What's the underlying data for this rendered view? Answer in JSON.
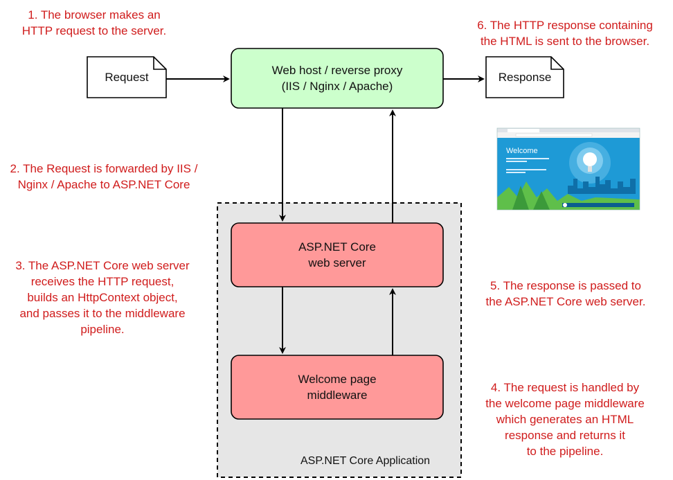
{
  "notes": {
    "step1": [
      "1. The browser makes an",
      "HTTP request to the server."
    ],
    "step2": [
      "2. The Request is forwarded by IIS /",
      "Nginx / Apache to ASP.NET Core"
    ],
    "step3": [
      "3. The ASP.NET Core web server",
      "receives the HTTP request,",
      "builds an HttpContext object,",
      "and passes it to the middleware",
      "pipeline."
    ],
    "step4": [
      "4. The request is handled by",
      "the welcome page middleware",
      "which generates an HTML",
      "response and returns it",
      "to the pipeline."
    ],
    "step5": [
      "5. The response is passed to",
      "the ASP.NET Core web server."
    ],
    "step6": [
      "6. The HTTP response containing",
      "the HTML is sent to the browser."
    ]
  },
  "nodes": {
    "request": "Request",
    "response": "Response",
    "webhost": [
      "Web host / reverse proxy",
      "(IIS / Nginx / Apache)"
    ],
    "webserver": [
      "ASP.NET Core",
      "web server"
    ],
    "middleware": [
      "Welcome page",
      "middleware"
    ],
    "app_container": "ASP.NET Core Application"
  },
  "browser_screenshot": {
    "heading": "Welcome"
  },
  "colors": {
    "note_text": "#d01c1c",
    "webhost_fill": "#ccffcc",
    "core_fill": "#ff9999",
    "container_fill": "#e6e6e6",
    "screenshot_bg": "#1e9ad6"
  }
}
